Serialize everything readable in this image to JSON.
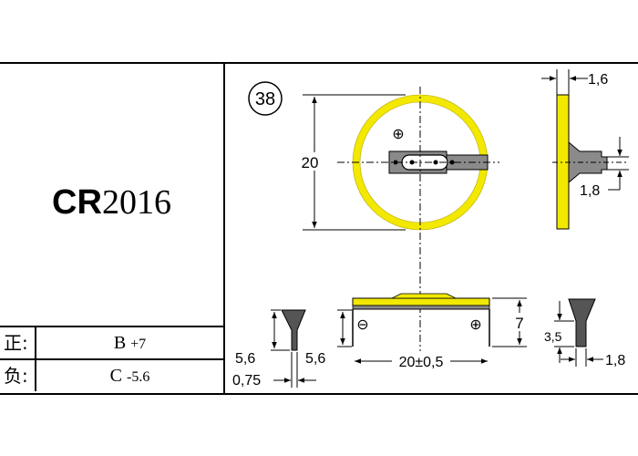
{
  "model": {
    "prefix": "CR",
    "number": "2016"
  },
  "index_number": "38",
  "terminals": {
    "positive": {
      "key": "正:",
      "value_main": "B",
      "value_sub": "+7"
    },
    "negative": {
      "key": "负:",
      "value_main": "C",
      "value_sub": "-5.6"
    }
  },
  "symbols": {
    "plus": "⊕",
    "minus": "⊖"
  },
  "dimensions": {
    "diameter": "20",
    "thickness": "1,6",
    "tab_width": "1,8",
    "width_tol": "20±0,5",
    "height": "7",
    "pin_left": "5,6",
    "pin_left_thickness": "0,75",
    "pin_right": "5,6",
    "pin_side_height": "3,5",
    "pin_side_width": "1,8"
  },
  "colors": {
    "cell": "#f2e800",
    "tab": "#8a8a8a",
    "line": "#000000"
  }
}
